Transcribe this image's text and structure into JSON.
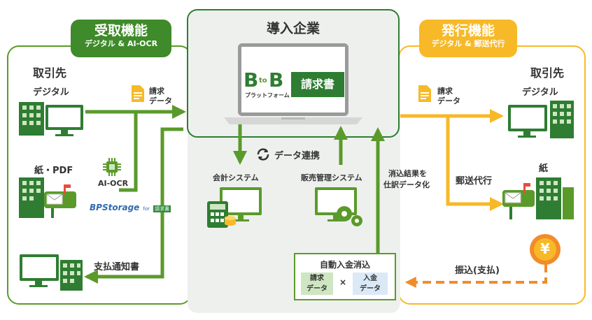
{
  "receive": {
    "title": "受取機能",
    "subtitle": "デジタル & AI-OCR",
    "partner_label": "取引先",
    "digital_label": "デジタル",
    "paper_label": "紙・PDF",
    "invoice_label_1": "請求",
    "invoice_label_2": "データ",
    "ai_ocr_label": "AI-OCR",
    "bp_brand": "BPStorage",
    "bp_small": "for",
    "bp_badge": "請求書",
    "payment_notice_label": "支払通知書"
  },
  "center": {
    "title": "導入企業",
    "logo_b1": "B",
    "logo_to": "to",
    "logo_b2": "B",
    "logo_sub": "プラットフォーム",
    "logo_badge": "請求書",
    "data_link_label": "データ連携",
    "accounting_label": "会計システム",
    "sales_label": "販売管理システム",
    "journal_label_1": "消込結果を",
    "journal_label_2": "仕訳データ化",
    "auto_match_title": "自動入金消込",
    "invoice_data_1": "請求",
    "invoice_data_2": "データ",
    "times": "×",
    "deposit_data_1": "入金",
    "deposit_data_2": "データ"
  },
  "issue": {
    "title": "発行機能",
    "subtitle": "デジタル & 郵送代行",
    "partner_label": "取引先",
    "digital_label": "デジタル",
    "invoice_label_1": "請求",
    "invoice_label_2": "データ",
    "paper_label": "紙",
    "mail_label": "郵送代行",
    "payment_label": "振込(支払)",
    "yen": "¥"
  },
  "colors": {
    "green": "#5a9a2a",
    "dark_green": "#2e7d32",
    "yellow": "#f7b928",
    "orange": "#f28c28",
    "center_bg": "#eef0ee"
  }
}
